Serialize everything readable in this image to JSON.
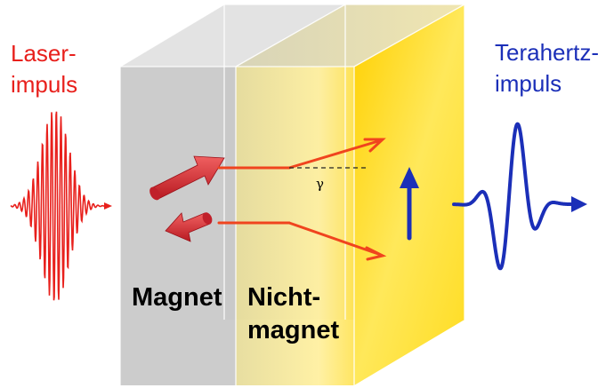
{
  "labels": {
    "laser_line1": "Laser-",
    "laser_line2": "impuls",
    "thz_line1": "Terahertz-",
    "thz_line2": "impuls",
    "magnet": "Magnet",
    "nonmagnet_line1": "Nicht-",
    "nonmagnet_line2": "magnet",
    "angle": "γ"
  },
  "colors": {
    "laser": "#e8201c",
    "terahertz": "#1b2fb8",
    "magnet_layer": "#c9c9c9",
    "nonmagnet_layer": "#ffd200",
    "spin_arrow": "#d9262b",
    "current_arrow": "#f0441e",
    "magnetization_arrow": "#1b2fb8"
  }
}
